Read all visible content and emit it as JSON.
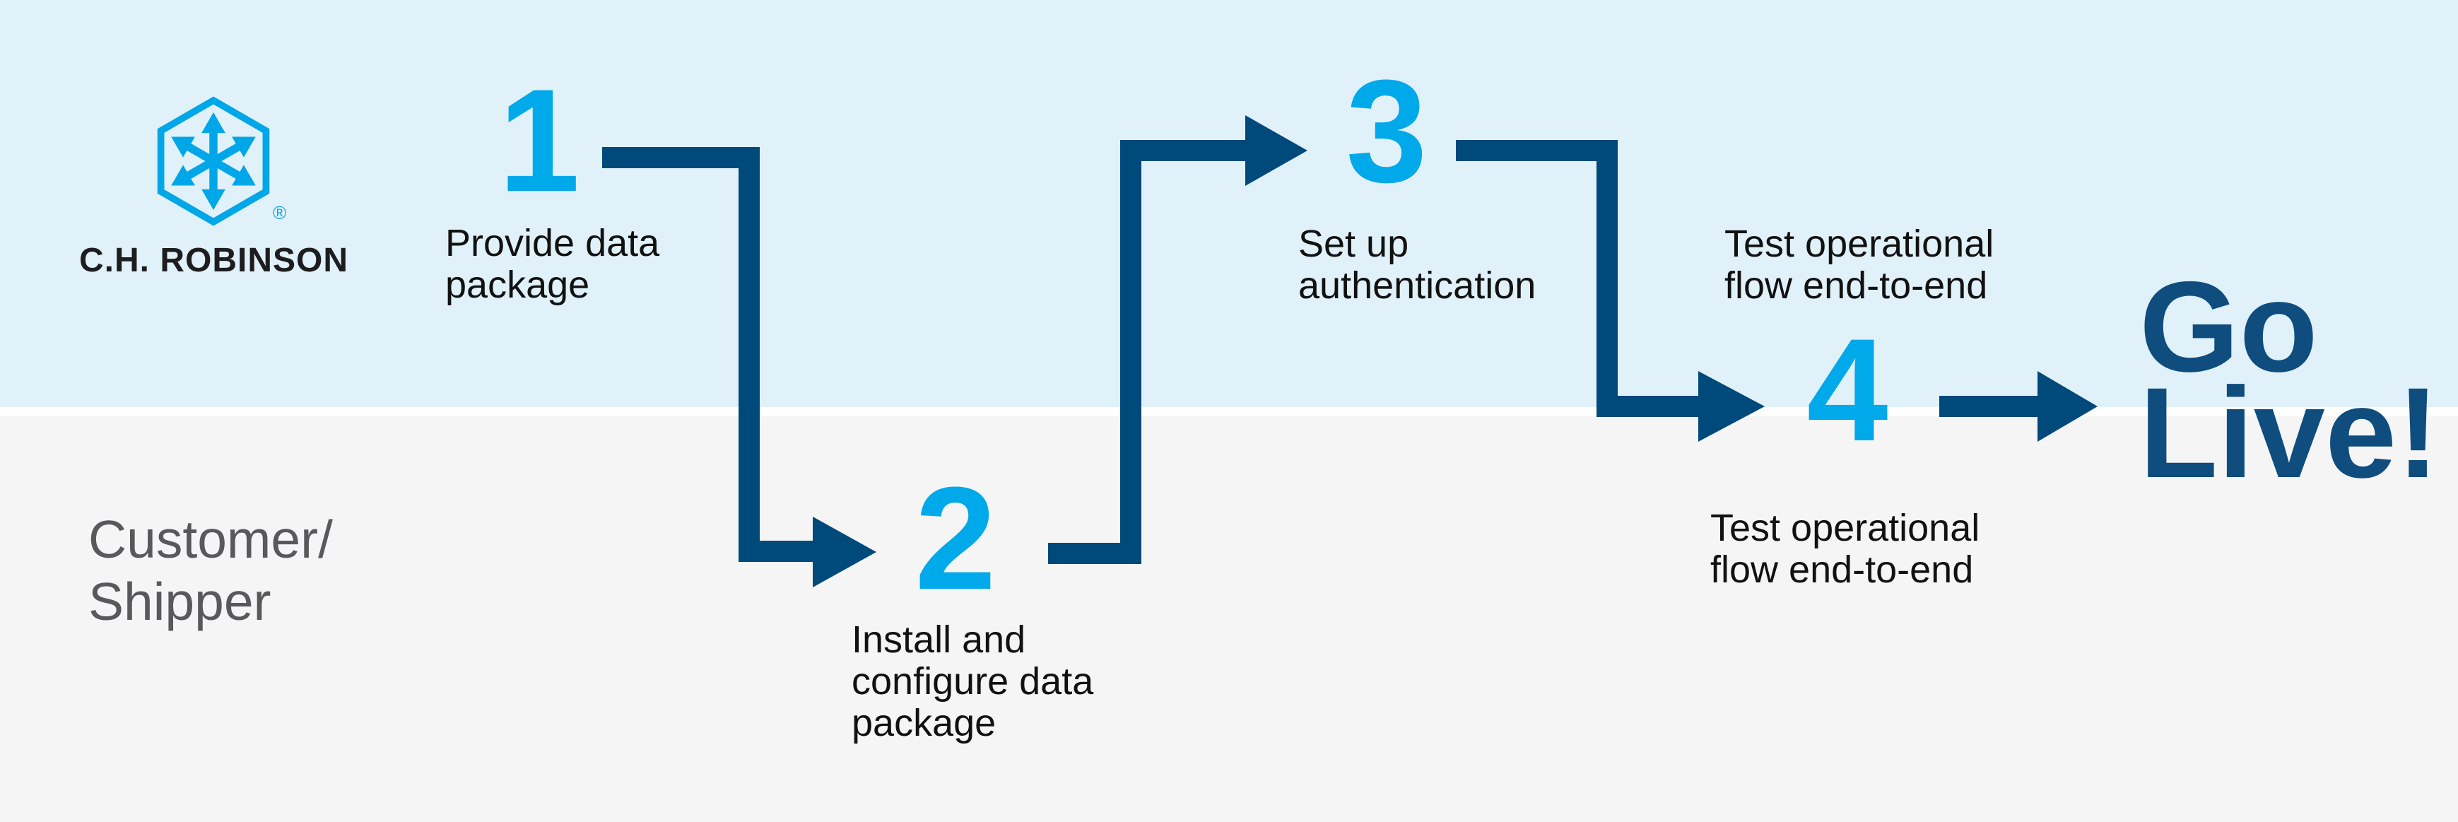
{
  "colors": {
    "lane_top_bg": "#e1f1f9",
    "lane_bottom_bg": "#f5f5f6",
    "lane_divider": "#ffffff",
    "step_number": "#00a9e9",
    "connector": "#00497b",
    "go_live": "#0f4d7e",
    "step_label": "#111111",
    "lane_label": "#58595b",
    "wordmark": "#1d1d1f",
    "logo": "#00a7e8"
  },
  "brand": {
    "wordmark": "C.H. ROBINSON",
    "registered_mark": "®",
    "logo_icon": "hexagon-arrows-icon"
  },
  "lane_label": {
    "lines": [
      "Customer/",
      "Shipper"
    ]
  },
  "steps": [
    {
      "number": "1",
      "label_lines": [
        "Provide data",
        "package"
      ]
    },
    {
      "number": "2",
      "label_lines": [
        "Install and",
        "configure data",
        "package"
      ]
    },
    {
      "number": "3",
      "label_lines": [
        "Set up",
        "authentication"
      ]
    },
    {
      "number": "4",
      "label_top_lines": [
        "Test operational",
        "flow end-to-end"
      ],
      "label_bottom_lines": [
        "Test operational",
        "flow end-to-end"
      ]
    }
  ],
  "finish": {
    "lines": [
      "Go",
      "Live!"
    ]
  }
}
